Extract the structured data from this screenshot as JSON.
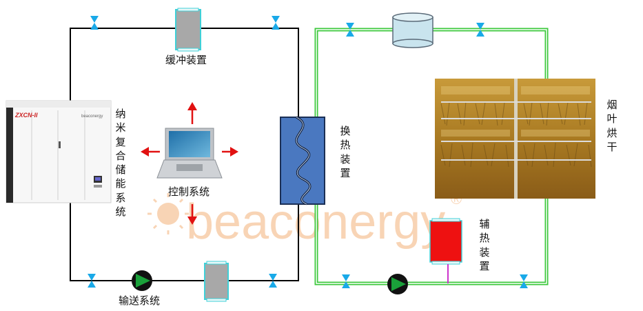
{
  "labels": {
    "buffer_top": "缓冲装置",
    "storage_system": "纳米复合储能系统",
    "control_system": "控制系统",
    "heat_exchanger": "换热装置",
    "transport_system": "输送系统",
    "tobacco_drying": "烟叶烘干",
    "aux_heater": "辅热装置"
  },
  "brand": {
    "watermark": "beaconergy",
    "registered": "®",
    "cabinet_model": "ZXCN-II",
    "cabinet_logo": "beaconergy"
  },
  "colors": {
    "left_loop": "#000000",
    "right_loop": "#3cc83c",
    "valve": "#19a9e8",
    "arrow": "#e11111",
    "pump": "#1aa13a",
    "heat_exchanger": "#4a78c0",
    "aux_heater": "#ee1111",
    "watermark": "#f4b27a"
  }
}
